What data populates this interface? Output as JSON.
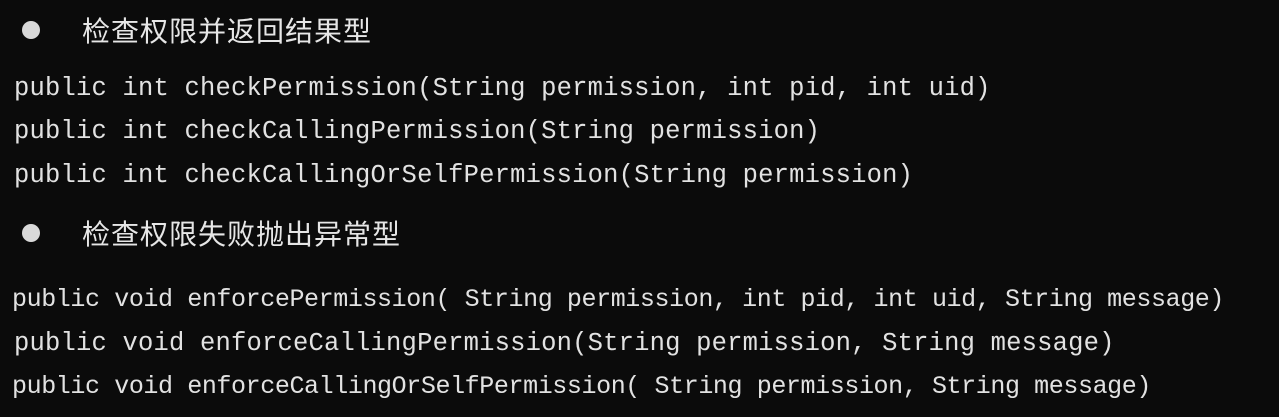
{
  "sections": [
    {
      "heading": "检查权限并返回结果型",
      "lines": [
        "public int checkPermission(String permission, int pid, int uid)",
        "public int checkCallingPermission(String permission)",
        "public int checkCallingOrSelfPermission(String permission)"
      ]
    },
    {
      "heading": "检查权限失败抛出异常型",
      "lines": [
        "public void enforcePermission( String permission, int pid, int uid, String message)",
        "public void enforceCallingPermission(String permission, String message)",
        "public void enforceCallingOrSelfPermission( String permission, String message)"
      ]
    }
  ]
}
